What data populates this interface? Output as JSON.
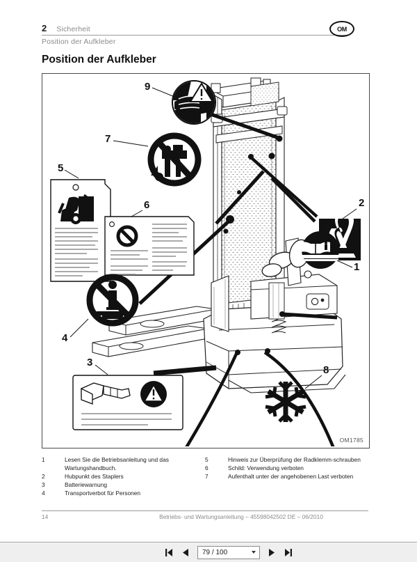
{
  "header": {
    "chapter_number": "2",
    "chapter_title": "Sicherheit",
    "section_title": "Position der Aufkleber",
    "logo_text": "OM"
  },
  "page_title": "Position der Aufkleber",
  "figure": {
    "reference": "OM1785",
    "callouts": [
      "1",
      "2",
      "3",
      "4",
      "5",
      "6",
      "7",
      "8",
      "9"
    ],
    "symbols": {
      "callout_1": "open-book-read-manual-icon",
      "callout_2": "lifting-point-sling-icon",
      "callout_3": "battery-warning-label",
      "callout_4": "no-riding-prohibition-icon",
      "callout_5": "wheel-clamp-check-label",
      "callout_6": "use-prohibited-label",
      "callout_7": "no-standing-under-load-icon",
      "callout_8": "snowflake-cold-store-icon",
      "callout_9": "hand-crush-warning-icon"
    }
  },
  "legend": {
    "left": [
      {
        "num": "1",
        "text": "Lesen Sie die Betriebsanleitung und das Wartungshandbuch."
      },
      {
        "num": "2",
        "text": "Hubpunkt des Staplers"
      },
      {
        "num": "3",
        "text": "Batteriewarnung"
      },
      {
        "num": "4",
        "text": "Transportverbot für Personen"
      }
    ],
    "right": [
      {
        "num": "5",
        "text": "Hinweis zur Überprüfung der Radklemm-schrauben"
      },
      {
        "num": "6",
        "text": "Schild: Verwendung verboten"
      },
      {
        "num": "7",
        "text": "Aufenthalt unter der angehobenen Last verboten"
      }
    ]
  },
  "footer": {
    "page_number": "14",
    "document_line": "Betriebs- und Wartungsanleitung – 45598042502 DE – 06/2010"
  },
  "toolbar": {
    "first_page_label": "first-page",
    "prev_page_label": "previous-page",
    "page_value": "79 / 100",
    "next_page_label": "next-page",
    "last_page_label": "last-page"
  },
  "colors": {
    "ink": "#111111",
    "muted": "#8a8a8a",
    "frame": "#4a4a4a",
    "toolbar_bg": "#efefef"
  }
}
